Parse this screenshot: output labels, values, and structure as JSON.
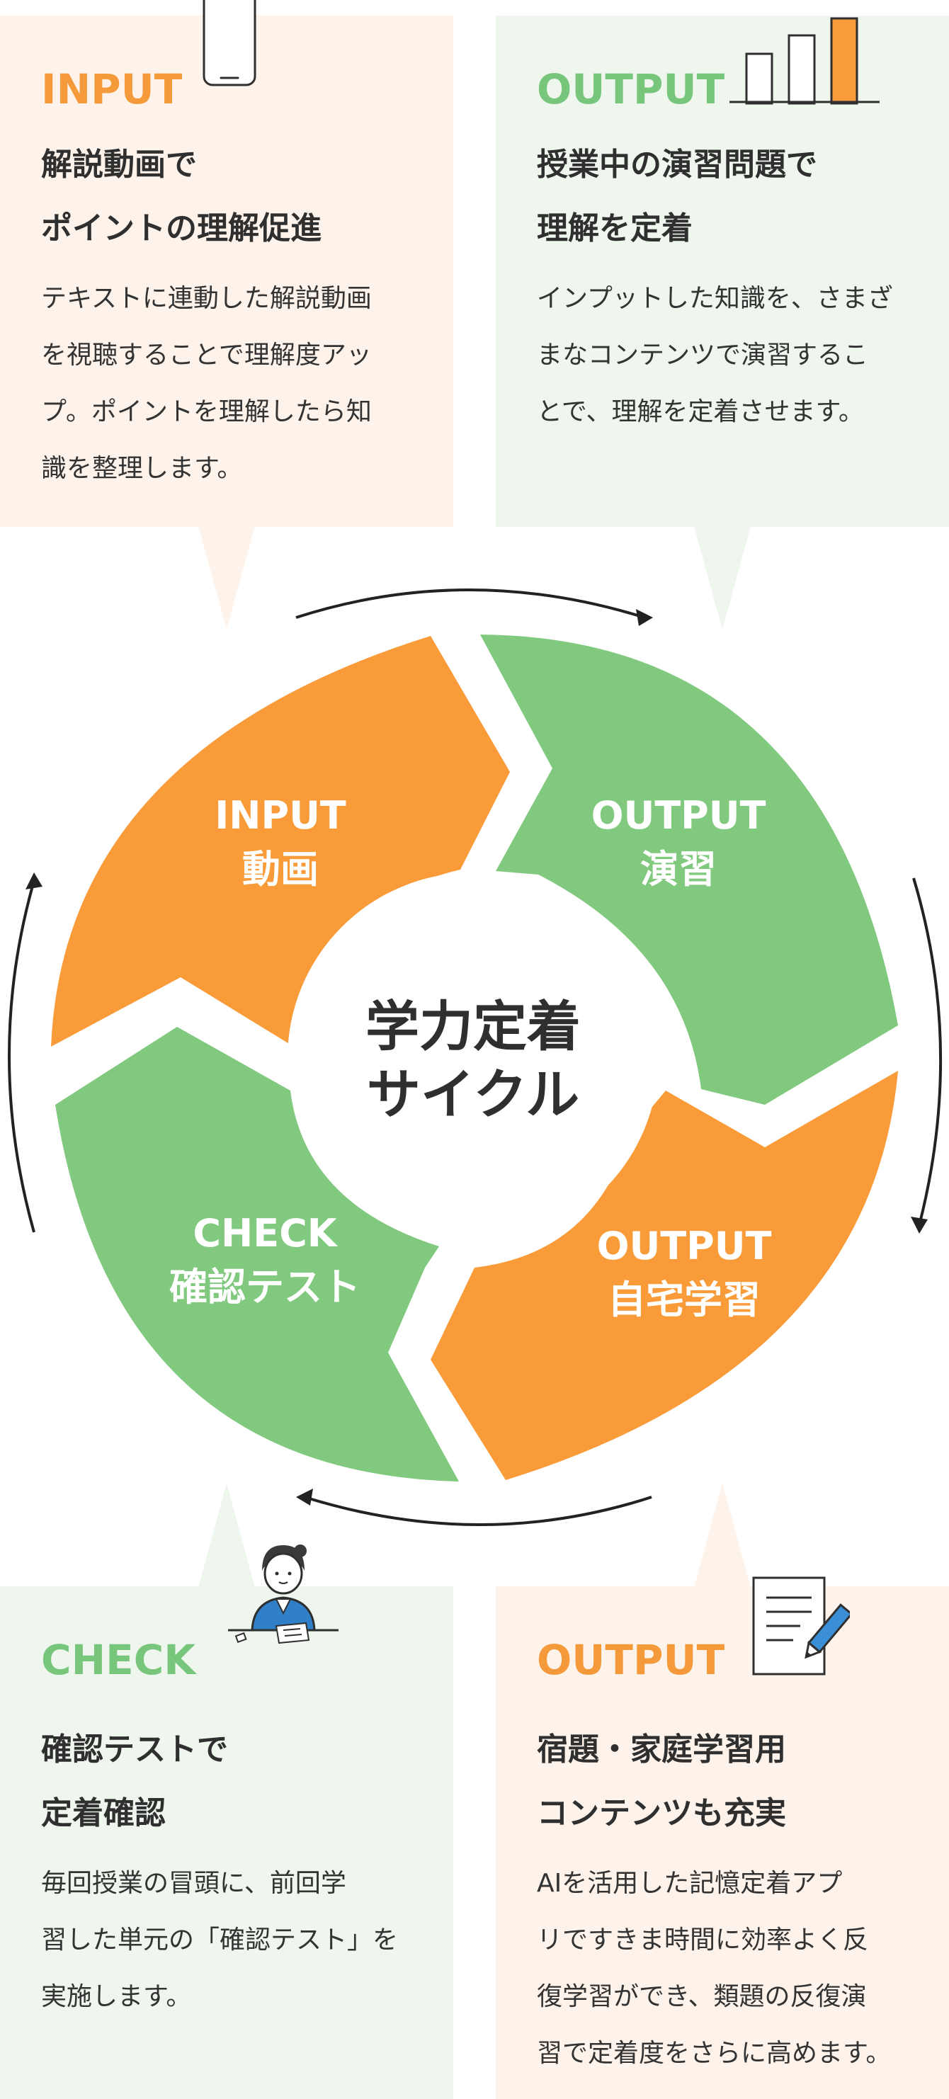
{
  "colors": {
    "orange": "#F99B39",
    "green": "#80C97E",
    "orange_bg": "#FDF3EA",
    "green_bg": "#EEF6EE",
    "text": "#2F2F2F"
  },
  "cards": {
    "input": {
      "label": "INPUT",
      "heading_line1": "解説動画で",
      "heading_line2": "ポイントの理解促進",
      "body_lines": [
        "テキストに連動した解説動画",
        "を視聴することで理解度アッ",
        "プ。ポイントを理解したら知",
        "識を整理します。"
      ],
      "icon": "smartphone-icon"
    },
    "output_practice": {
      "label": "OUTPUT",
      "heading_line1": "授業中の演習問題で",
      "heading_line2": "理解を定着",
      "body_lines": [
        "インプットした知識を、さまざ",
        "まなコンテンツで演習するこ",
        "とで、理解を定着させます。"
      ],
      "icon": "bar-chart-icon"
    },
    "check": {
      "label": "CHECK",
      "heading_line1": "確認テストで",
      "heading_line2": "定着確認",
      "body_lines": [
        "毎回授業の冒頭に、前回学",
        "習した単元の「確認テスト」を",
        "実施します。"
      ],
      "icon": "student-taking-test-icon"
    },
    "output_home": {
      "label": "OUTPUT",
      "heading_line1": "宿題・家庭学習用",
      "heading_line2": "コンテンツも充実",
      "body_lines": [
        "AIを活用した記憶定着アプ",
        "リですきま時間に効率よく反",
        "復学習ができ、類題の反復演",
        "習で定着度をさらに高めます。"
      ],
      "icon": "document-pencil-icon"
    }
  },
  "cycle": {
    "center_line1": "学力定着",
    "center_line2": "サイクル",
    "segments": [
      {
        "line1": "INPUT",
        "line2": "動画",
        "color": "orange"
      },
      {
        "line1": "OUTPUT",
        "line2": "演習",
        "color": "green"
      },
      {
        "line1": "OUTPUT",
        "line2": "自宅学習",
        "color": "orange"
      },
      {
        "line1": "CHECK",
        "line2": "確認テスト",
        "color": "green"
      }
    ]
  }
}
